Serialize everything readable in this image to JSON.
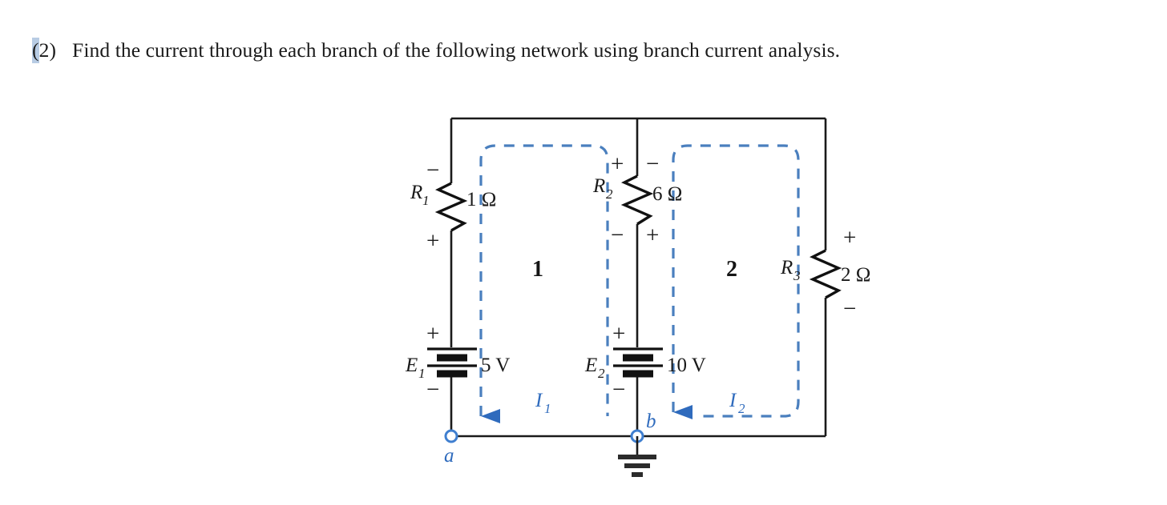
{
  "question": {
    "number_open": "(",
    "number_rest": "2)",
    "text": "Find the current through each branch of the following network using branch current analysis."
  },
  "circuit": {
    "title": "branch-current-analysis-network",
    "components": {
      "R1": {
        "symbol": "R",
        "subscript": "1",
        "value": "1 Ω",
        "polarity_top": "−",
        "polarity_bottom": "+"
      },
      "R2": {
        "symbol": "R",
        "subscript": "2",
        "value": "6 Ω",
        "polarity_top_left": "+",
        "polarity_top_right": "−",
        "polarity_bottom_left": "−",
        "polarity_bottom_right": "+"
      },
      "R3": {
        "symbol": "R",
        "subscript": "3",
        "value": "2 Ω",
        "polarity_top": "+",
        "polarity_bottom": "−"
      },
      "E1": {
        "symbol": "E",
        "subscript": "1",
        "value": "5 V",
        "polarity_top": "+",
        "polarity_bottom": "−"
      },
      "E2": {
        "symbol": "E",
        "subscript": "2",
        "value": "10 V",
        "polarity_top": "+",
        "polarity_bottom": "−"
      }
    },
    "loops": {
      "loop1_label": "1",
      "loop2_label": "2"
    },
    "currents": {
      "I1": {
        "symbol": "I",
        "subscript": "1",
        "direction": "left"
      },
      "I2": {
        "symbol": "I",
        "subscript": "2",
        "direction": "left"
      }
    },
    "nodes": {
      "a": "a",
      "b": "b"
    },
    "ground": "ground-symbol",
    "colors": {
      "wire": "#1a1a1a",
      "loop_dash": "#4a7fbe",
      "node_blue": "#2f6bbd",
      "highlight": "#b8cce4"
    }
  }
}
